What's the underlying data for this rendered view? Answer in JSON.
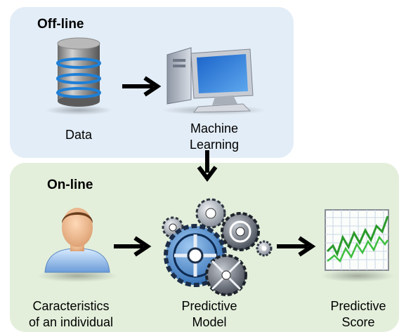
{
  "offline": {
    "title": "Off-line",
    "data_label": "Data",
    "ml_label": [
      "Machine",
      "Learning"
    ]
  },
  "online": {
    "title": "On-line",
    "individual_label": [
      "Caracteristics",
      "of an individual"
    ],
    "model_label": [
      "Predictive",
      "Model"
    ],
    "score_label": [
      "Predictive",
      "Score"
    ]
  },
  "icons": [
    "database-icon",
    "computer-icon",
    "person-icon",
    "gears-icon",
    "chart-icon"
  ],
  "colors": {
    "offline_bg": "#e3edf7",
    "online_bg": "#e3efdb",
    "arrow": "#000000",
    "chart_line": "#2a9a2a"
  }
}
